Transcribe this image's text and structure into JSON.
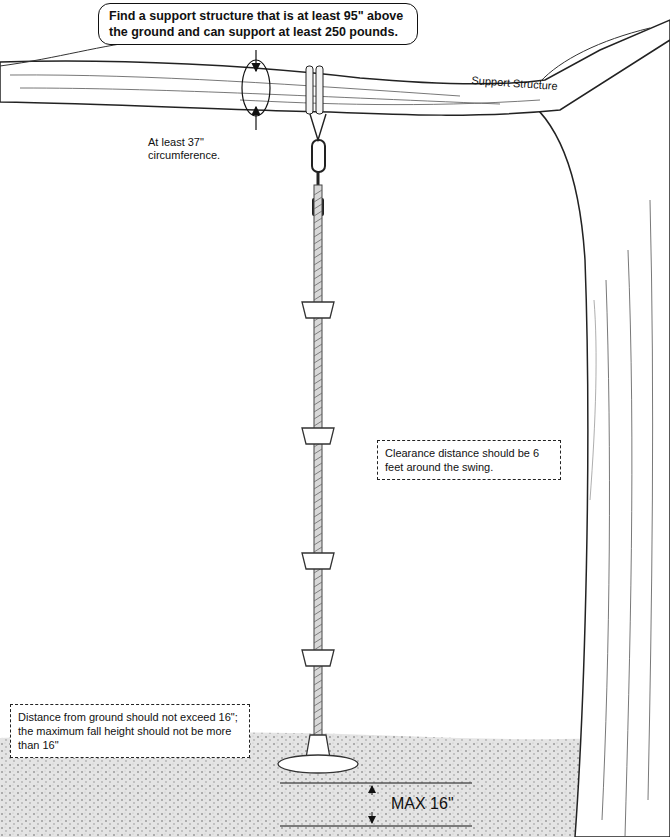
{
  "diagram": {
    "nodes": [
      {
        "text": [
          "Find a support structure that is at least 95\" above the ground and can support at least 250 pounds."
        ]
      },
      {
        "text": [
          "Clearance distance should be 6 feet around the swing."
        ]
      },
      {
        "text": [
          "Distance from ground should not exceed 16\"; the maximum fall height should not be more than 16\""
        ]
      }
    ],
    "labels": [
      "Support Structure",
      "At least 37\" circumference.",
      "MAX 16\""
    ]
  }
}
